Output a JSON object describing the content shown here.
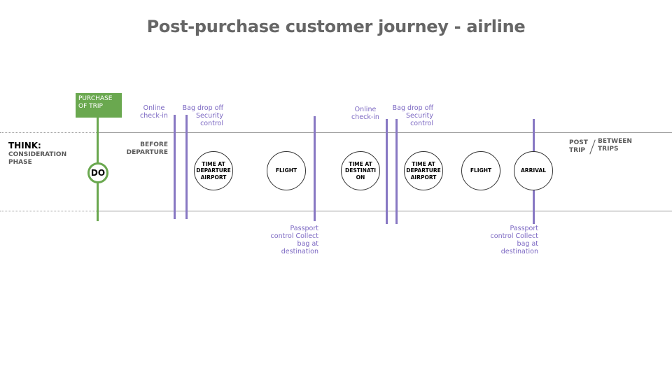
{
  "title": "Post-purchase customer journey - airline",
  "think_label": "THINK:",
  "consideration_label": "CONSIDERATION PHASE",
  "purchase_box": "PURCHASE OF TRIP",
  "do_label": "DO",
  "before_departure": "BEFORE DEPARTURE",
  "post_trip": "POST TRIP",
  "between_trips": "BETWEEN TRIPS",
  "stages": [
    "TIME AT DEPARTURE AIRPORT",
    "FLIGHT",
    "TIME AT DESTINATION",
    "TIME AT DEPARTURE AIRPORT",
    "FLIGHT",
    "ARRIVAL"
  ],
  "touchpoints": {
    "online_checkin_1": "Online check-in",
    "bag_drop_1": "Bag drop off Security control",
    "passport_1": "Passport control Collect bag at destination",
    "online_checkin_2": "Online check-in",
    "bag_drop_2": "Bag drop off Security control",
    "passport_2": "Passport control Collect bag at destination"
  },
  "colors": {
    "title": "#666666",
    "purple": "#7b67c2",
    "bar": "#8878c3",
    "green": "#6aa84f",
    "line": "#9a9a9a"
  }
}
